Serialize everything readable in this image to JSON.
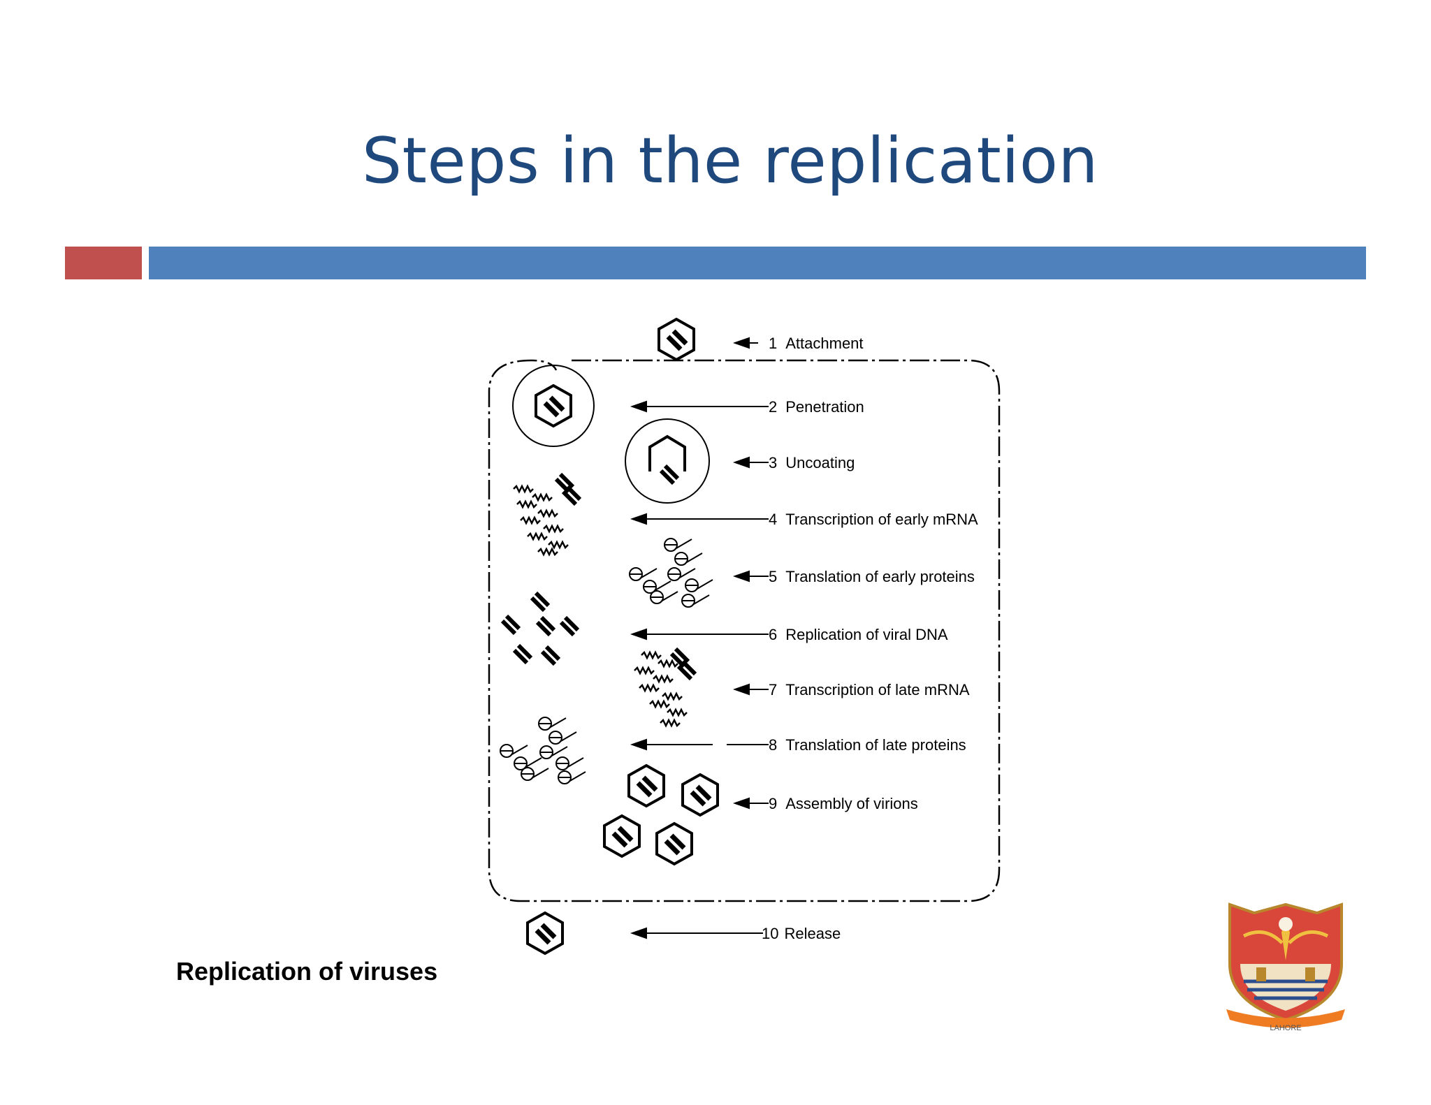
{
  "slide": {
    "title": "Steps in the replication",
    "caption": "Replication of viruses"
  },
  "colors": {
    "title": "#1f497d",
    "bar_red": "#c0504d",
    "bar_blue": "#4f81bd"
  },
  "diagram": {
    "steps": [
      {
        "num": "1",
        "label": "Attachment"
      },
      {
        "num": "2",
        "label": "Penetration"
      },
      {
        "num": "3",
        "label": "Uncoating"
      },
      {
        "num": "4",
        "label": "Transcription of early mRNA"
      },
      {
        "num": "5",
        "label": "Translation of early proteins"
      },
      {
        "num": "6",
        "label": "Replication of viral DNA"
      },
      {
        "num": "7",
        "label": "Transcription of late mRNA"
      },
      {
        "num": "8",
        "label": "Translation of late proteins"
      },
      {
        "num": "9",
        "label": "Assembly of virions"
      },
      {
        "num": "10",
        "label": "Release"
      }
    ]
  },
  "logo": {
    "text": "LAHORE",
    "icon": "college-crest-icon"
  }
}
